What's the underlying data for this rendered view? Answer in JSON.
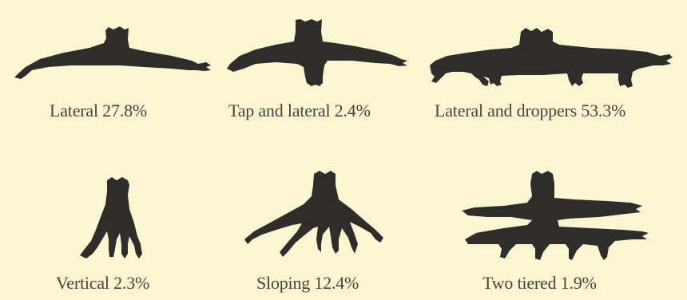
{
  "figures": [
    {
      "label": "Lateral 27.8%",
      "icon": "lateral-root-icon"
    },
    {
      "label": "Tap and lateral 2.4%",
      "icon": "tap-and-lateral-root-icon"
    },
    {
      "label": "Lateral and droppers 53.3%",
      "icon": "lateral-and-droppers-root-icon"
    },
    {
      "label": "Vertical 2.3%",
      "icon": "vertical-root-icon"
    },
    {
      "label": "Sloping 12.4%",
      "icon": "sloping-root-icon"
    },
    {
      "label": "Two tiered 1.9%",
      "icon": "two-tiered-root-icon"
    }
  ],
  "colors": {
    "background": "#fbf6d2",
    "silhouette": "#2f2d2b",
    "text": "#4a4340"
  }
}
